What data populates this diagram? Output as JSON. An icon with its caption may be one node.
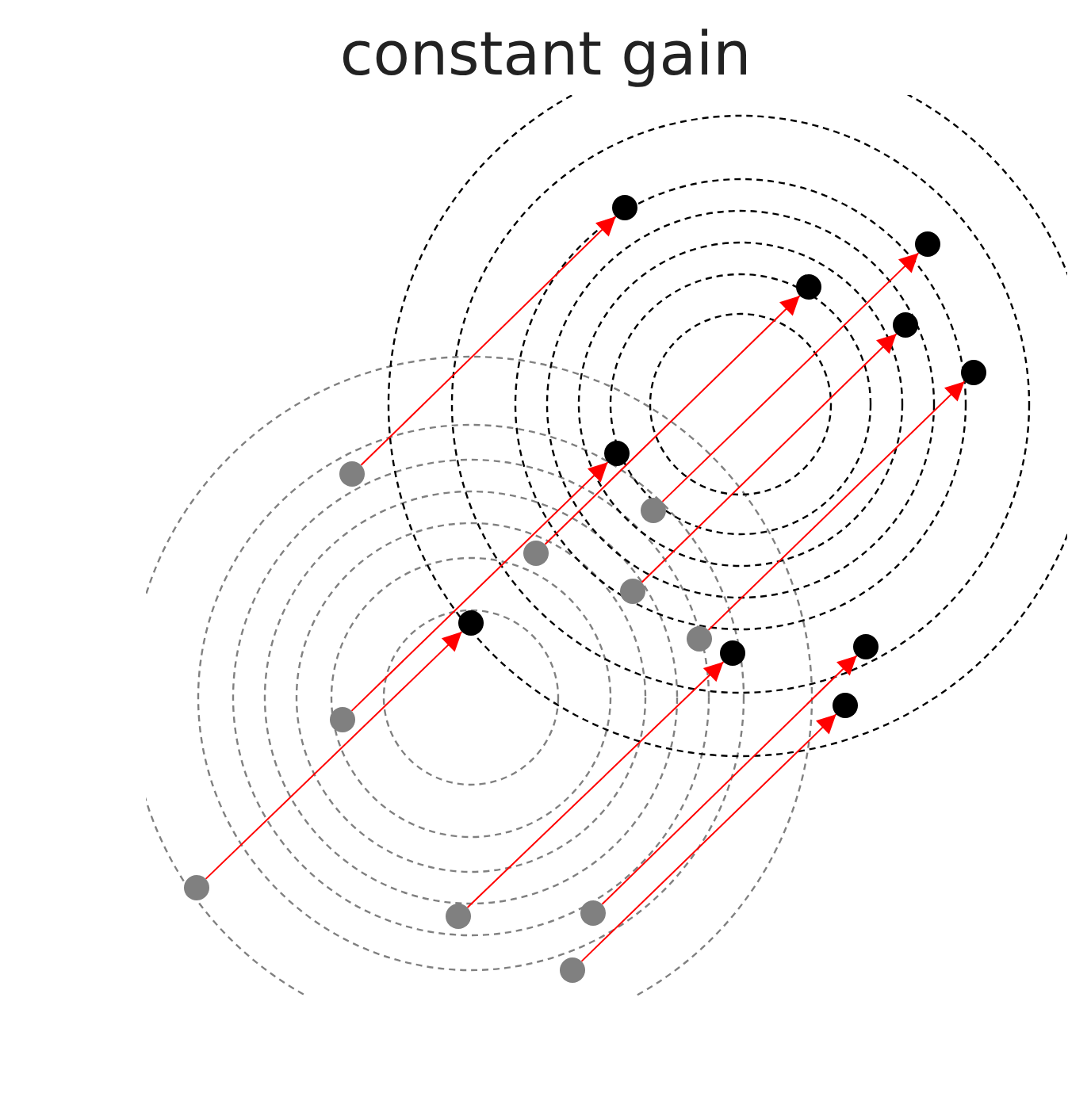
{
  "diagram": {
    "title": "constant gain",
    "nodes": [
      {
        "text": [],
        "shape": "circle"
      },
      {
        "text": [],
        "shape": "circle"
      },
      {
        "text": [],
        "shape": "circle"
      },
      {
        "text": [],
        "shape": "circle"
      },
      {
        "text": [],
        "shape": "circle"
      },
      {
        "text": [],
        "shape": "circle"
      },
      {
        "text": [],
        "shape": "circle"
      },
      {
        "text": [],
        "shape": "circle"
      },
      {
        "text": [],
        "shape": "circle"
      },
      {
        "text": [],
        "shape": "circle"
      },
      {
        "text": [],
        "shape": "circle"
      },
      {
        "text": [],
        "shape": "circle"
      },
      {
        "text": [],
        "shape": "circle"
      },
      {
        "text": [],
        "shape": "circle"
      },
      {
        "text": [],
        "shape": "circle"
      },
      {
        "text": [],
        "shape": "circle"
      },
      {
        "text": [],
        "shape": "circle"
      },
      {
        "text": [],
        "shape": "circle"
      },
      {
        "text": [],
        "shape": "circle"
      },
      {
        "text": [],
        "shape": "circle"
      }
    ],
    "edges": [
      {
        "from": 0,
        "to": 10,
        "arrow": "to"
      },
      {
        "from": 1,
        "to": 11,
        "arrow": "to"
      },
      {
        "from": 2,
        "to": 12,
        "arrow": "to"
      },
      {
        "from": 3,
        "to": 13,
        "arrow": "to"
      },
      {
        "from": 4,
        "to": 14,
        "arrow": "to"
      },
      {
        "from": 5,
        "to": 15,
        "arrow": "to"
      },
      {
        "from": 6,
        "to": 16,
        "arrow": "to"
      },
      {
        "from": 7,
        "to": 17,
        "arrow": "to"
      },
      {
        "from": 8,
        "to": 18,
        "arrow": "to"
      },
      {
        "from": 9,
        "to": 19,
        "arrow": "to"
      }
    ]
  }
}
